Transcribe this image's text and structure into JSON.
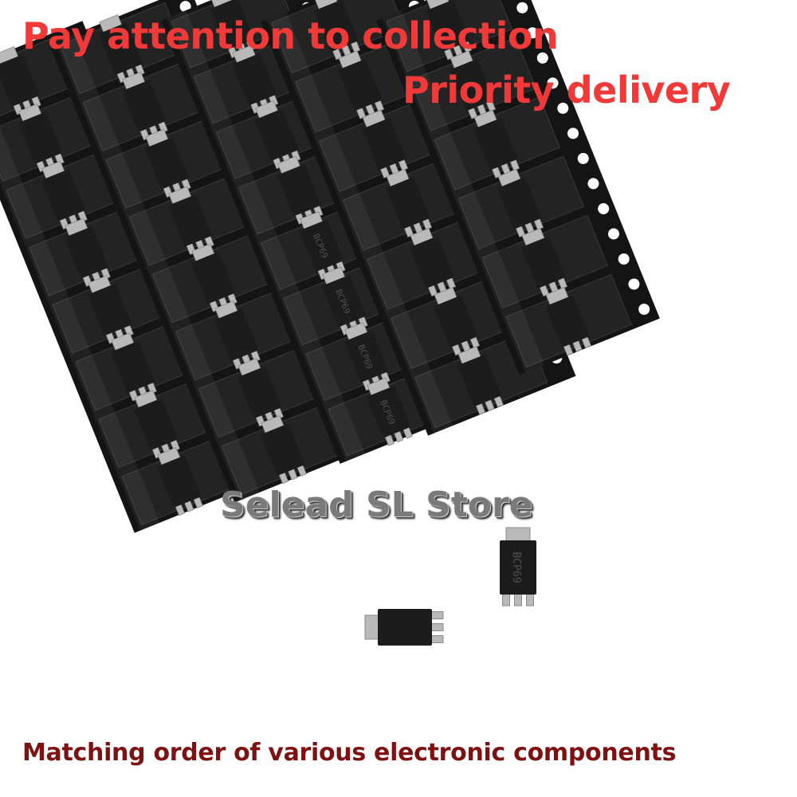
{
  "image": {
    "headline_line1": "Pay attention to collection",
    "headline_line2": "Priority delivery",
    "store_name": "Selead SL Store",
    "tagline": "Matching order of various electronic components",
    "chip_marking": "BCP69",
    "colors": {
      "headline": "#f03a3a",
      "store_name": "#7a7a7a",
      "tagline": "#7e1111",
      "tape": "#141414",
      "chip": "#1c1c1c",
      "lead": "#b9b9b9"
    }
  }
}
